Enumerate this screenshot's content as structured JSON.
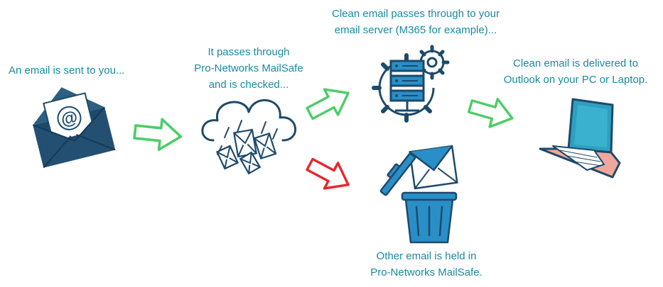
{
  "steps": {
    "sent": {
      "lines": [
        "An email is sent to you..."
      ]
    },
    "checked": {
      "lines": [
        "It passes through",
        "Pro-Networks MailSafe",
        "and is checked..."
      ]
    },
    "server": {
      "lines": [
        "Clean email passes through to your",
        "email server (M365 for example)..."
      ]
    },
    "delivered": {
      "lines": [
        "Clean email  is delivered to",
        "Outlook on your PC or Laptop."
      ]
    },
    "held": {
      "lines": [
        "Other email is held in",
        "Pro-Networks MailSafe."
      ]
    }
  },
  "icons": {
    "email": {
      "name": "email-envelope-icon",
      "symbol": "@"
    },
    "cloud": "cloud-with-envelopes-icon",
    "server": "server-with-gears-icon",
    "laptop": "laptop-icon",
    "trash": "trash-bin-icon"
  },
  "colors": {
    "text": "#1a8aa0",
    "navy": "#1d4a6b",
    "blue": "#2a8fc7",
    "arrow_clean": "#4ccd68",
    "arrow_rejected": "#e8262b",
    "laptop_body": "#f2a79c",
    "laptop_screen": "#2f9fbf"
  }
}
